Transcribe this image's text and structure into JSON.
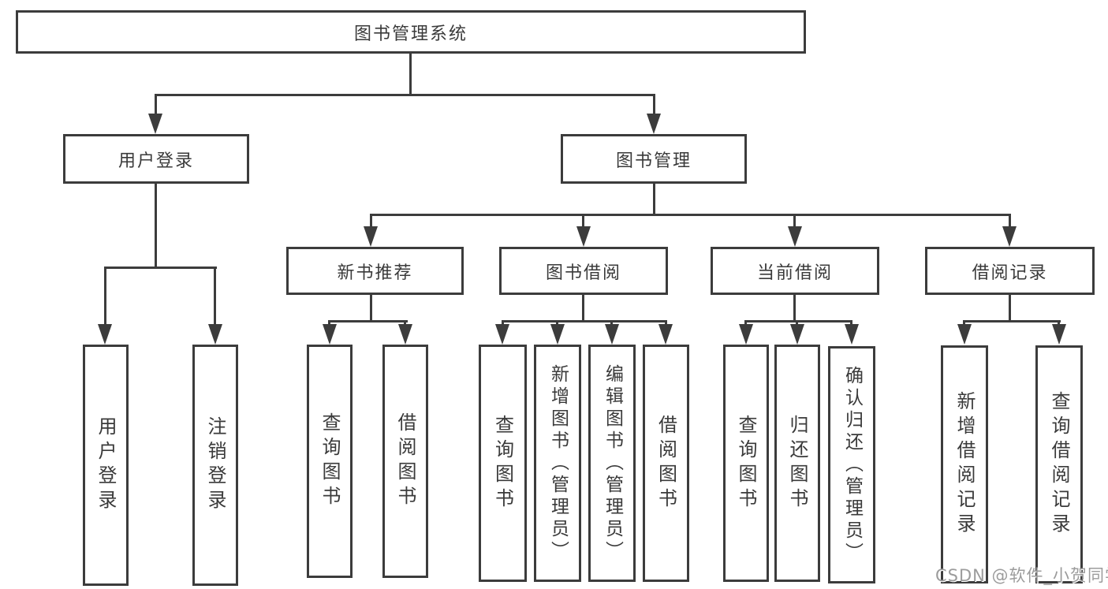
{
  "diagram_type": "hierarchy-tree",
  "tree": {
    "label": "图书管理系统",
    "children": [
      {
        "label": "用户登录",
        "children": [
          {
            "label": "用户登录"
          },
          {
            "label": "注销登录"
          }
        ]
      },
      {
        "label": "图书管理",
        "children": [
          {
            "label": "新书推荐",
            "children": [
              {
                "label": "查询图书"
              },
              {
                "label": "借阅图书"
              }
            ]
          },
          {
            "label": "图书借阅",
            "children": [
              {
                "label": "查询图书"
              },
              {
                "label": "新增图书（管理员）"
              },
              {
                "label": "编辑图书（管理员）"
              },
              {
                "label": "借阅图书"
              }
            ]
          },
          {
            "label": "当前借阅",
            "children": [
              {
                "label": "查询图书"
              },
              {
                "label": "归还图书"
              },
              {
                "label": "确认归还（管理员）"
              }
            ]
          },
          {
            "label": "借阅记录",
            "children": [
              {
                "label": "新增借阅记录"
              },
              {
                "label": "查询借阅记录"
              }
            ]
          }
        ]
      }
    ]
  },
  "watermark": {
    "text": "CSDN @软件_小贺同学",
    "color": "#9c9c9c"
  },
  "colors": {
    "line": "#3c3c3c",
    "box_border": "#3c3c3c",
    "text": "#3a3a3a",
    "background": "#ffffff"
  }
}
